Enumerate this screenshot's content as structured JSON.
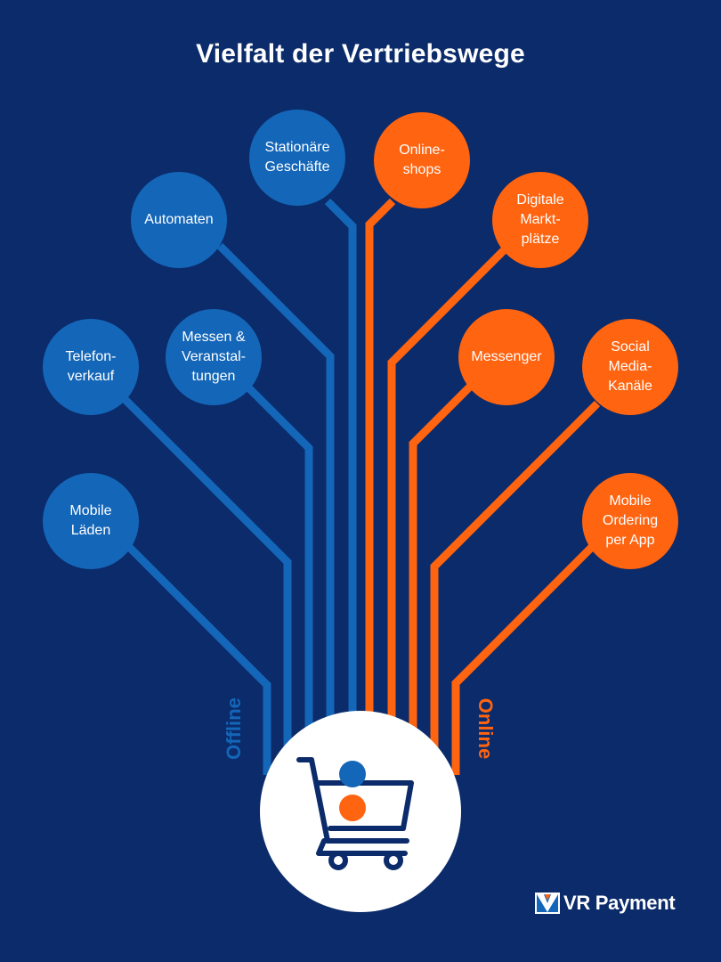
{
  "title": "Vielfalt der Vertriebswege",
  "labels": {
    "offline": "Offline",
    "online": "Online"
  },
  "colors": {
    "background": "#0b2b6a",
    "offline": "#1466b8",
    "online": "#ff6410",
    "cart_icon": "#0b2b6a"
  },
  "offline_channels": [
    {
      "name": "Stationäre\nGeschäfte"
    },
    {
      "name": "Automaten"
    },
    {
      "name": "Messen &\nVeranstal-\ntungen"
    },
    {
      "name": "Telefon-\nverkauf"
    },
    {
      "name": "Mobile\nLäden"
    }
  ],
  "online_channels": [
    {
      "name": "Online-\nshops"
    },
    {
      "name": "Digitale\nMarkt-\nplätze"
    },
    {
      "name": "Messenger"
    },
    {
      "name": "Social\nMedia-\nKanäle"
    },
    {
      "name": "Mobile\nOrdering\nper App"
    }
  ],
  "hub": {
    "icon": "shopping-cart-icon"
  },
  "brand": {
    "name": "VR Payment",
    "icon": "vr-logo-icon"
  }
}
